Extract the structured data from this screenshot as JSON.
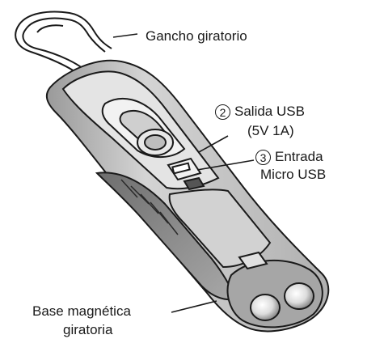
{
  "labels": {
    "hook": "Gancho giratorio",
    "usb_out_number": "2",
    "usb_out_line1": "Salida USB",
    "usb_out_line2": "(5V 1A)",
    "usb_in_number": "3",
    "usb_in_line1": "Entrada",
    "usb_in_line2": "Micro USB",
    "base_line1": "Base magnética",
    "base_line2": "giratoria"
  },
  "colors": {
    "outline": "#1a1a1a",
    "body_light": "#d8d8d8",
    "body_mid": "#bcbcbc",
    "body_dark": "#8a8a8a",
    "background": "#ffffff"
  }
}
